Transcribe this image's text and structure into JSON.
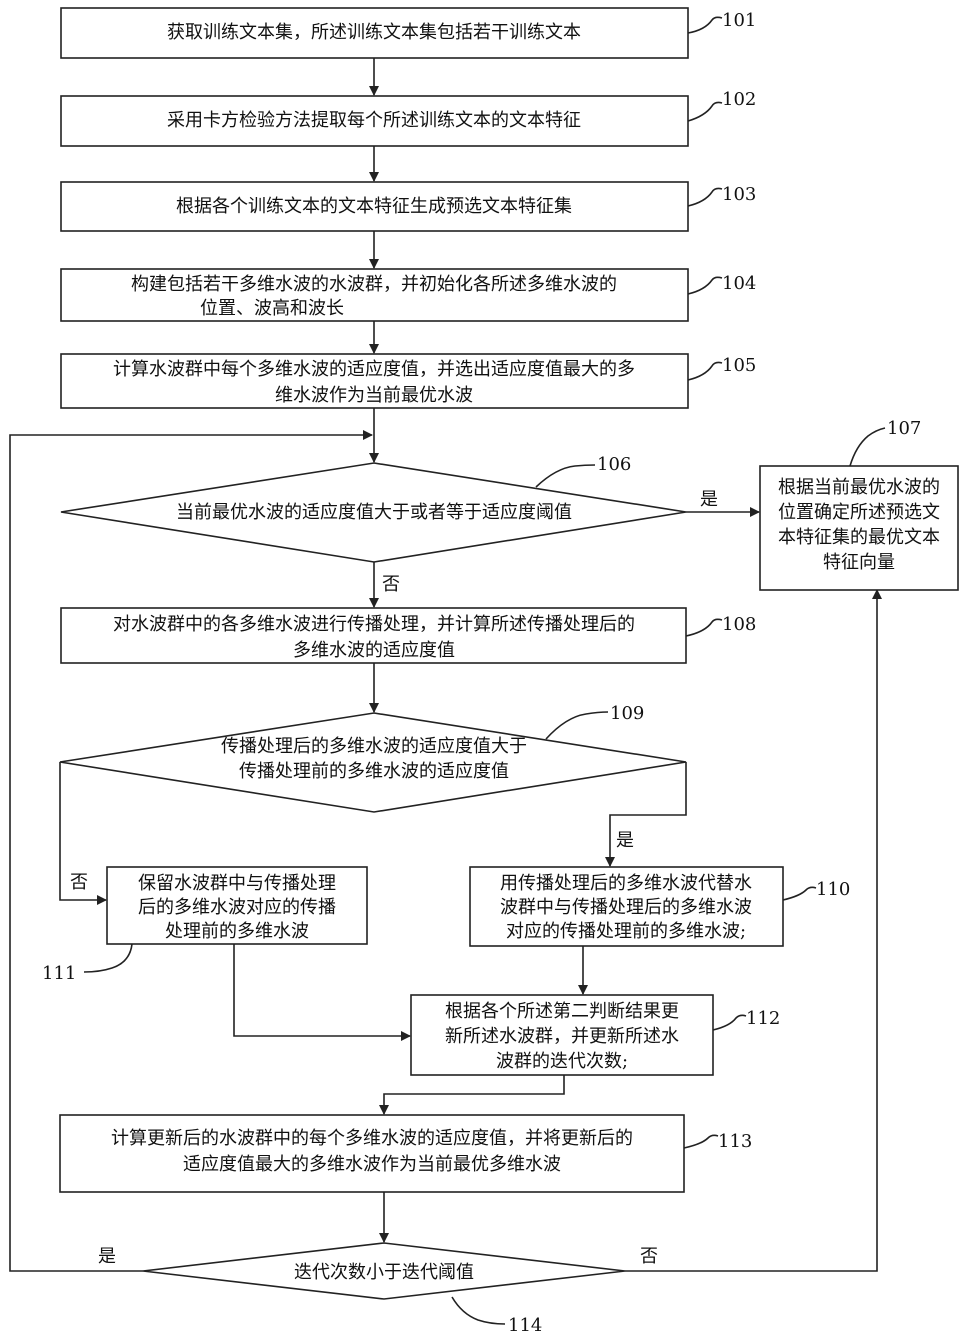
{
  "steps": {
    "s101": {
      "id": "101",
      "lines": [
        "获取训练文本集，所述训练文本集包括若干训练文本"
      ]
    },
    "s102": {
      "id": "102",
      "lines": [
        "采用卡方检验方法提取每个所述训练文本的文本特征"
      ]
    },
    "s103": {
      "id": "103",
      "lines": [
        "根据各个训练文本的文本特征生成预选文本特征集"
      ]
    },
    "s104": {
      "id": "104",
      "lines": [
        "构建包括若干多维水波的水波群，并初始化各所述多维水波的",
        "位置、波高和波长"
      ]
    },
    "s105": {
      "id": "105",
      "lines": [
        "计算水波群中每个多维水波的适应度值，并选出适应度值最大的多",
        "维水波作为当前最优水波"
      ]
    },
    "s106": {
      "id": "106",
      "lines": [
        "当前最优水波的适应度值大于或者等于适应度阈值"
      ]
    },
    "s107": {
      "id": "107",
      "lines": [
        "根据当前最优水波的",
        "位置确定所述预选文",
        "本特征集的最优文本",
        "特征向量"
      ]
    },
    "s108": {
      "id": "108",
      "lines": [
        "对水波群中的各多维水波进行传播处理，并计算所述传播处理后的",
        "多维水波的适应度值"
      ]
    },
    "s109": {
      "id": "109",
      "lines": [
        "传播处理后的多维水波的适应度值大于",
        "传播处理前的多维水波的适应度值"
      ]
    },
    "s110": {
      "id": "110",
      "lines": [
        "用传播处理后的多维水波代替水",
        "波群中与传播处理后的多维水波",
        "对应的传播处理前的多维水波;"
      ]
    },
    "s111": {
      "id": "111",
      "lines": [
        "保留水波群中与传播处理",
        "后的多维水波对应的传播",
        "处理前的多维水波"
      ]
    },
    "s112": {
      "id": "112",
      "lines": [
        "根据各个所述第二判断结果更",
        "新所述水波群，并更新所述水",
        "波群的迭代次数;"
      ]
    },
    "s113": {
      "id": "113",
      "lines": [
        "计算更新后的水波群中的每个多维水波的适应度值，并将更新后的",
        "适应度值最大的多维水波作为当前最优多维水波"
      ]
    },
    "s114": {
      "id": "114",
      "lines": [
        "迭代次数小于迭代阈值"
      ]
    }
  },
  "branches": {
    "d106_yes": "是",
    "d106_no": "否",
    "d109_yes": "是",
    "d109_no": "否",
    "d114_yes": "是",
    "d114_no": "否"
  }
}
